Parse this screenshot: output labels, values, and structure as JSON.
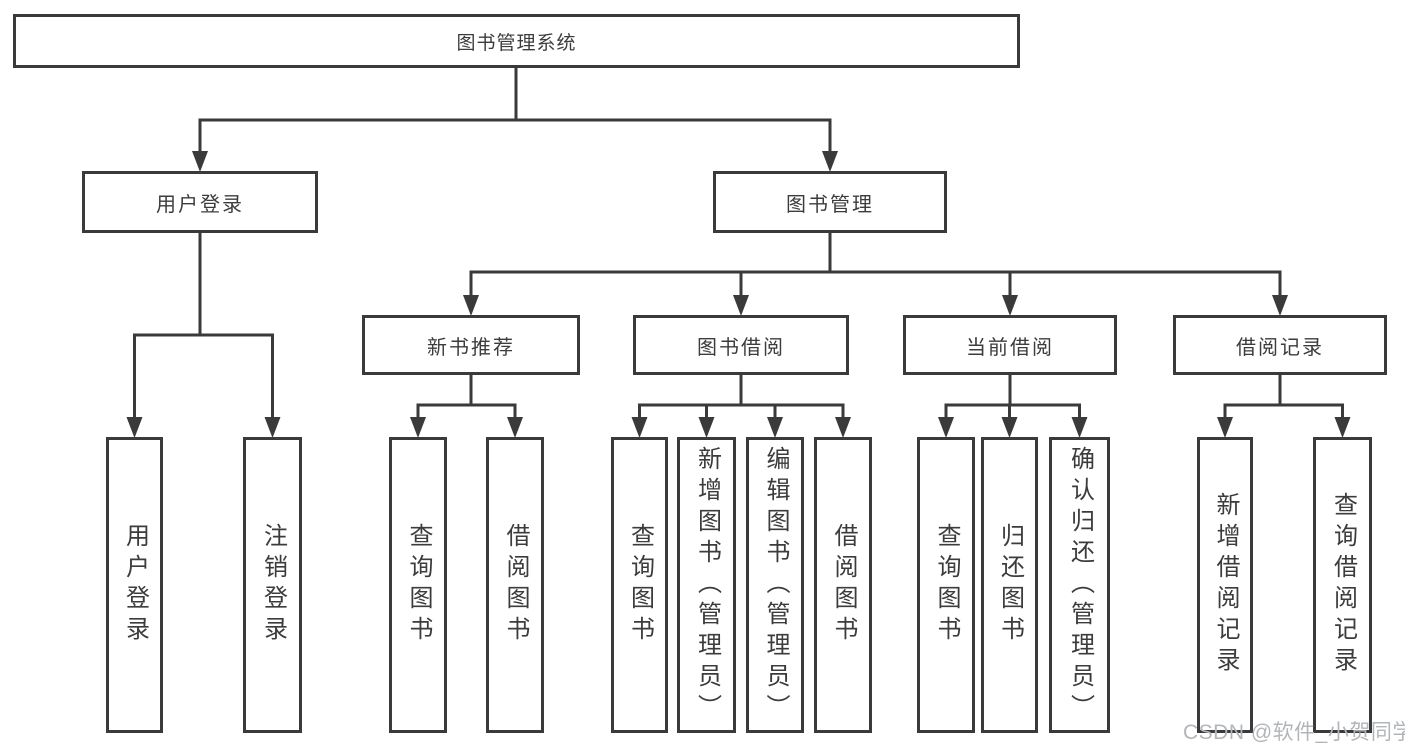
{
  "diagram": {
    "root": {
      "label": "图书管理系统"
    },
    "branches": [
      {
        "label": "用户登录",
        "children": [
          {
            "label": "用户登录"
          },
          {
            "label": "注销登录"
          }
        ]
      },
      {
        "label": "图书管理",
        "groups": [
          {
            "label": "新书推荐",
            "children": [
              {
                "label": "查询图书"
              },
              {
                "label": "借阅图书"
              }
            ]
          },
          {
            "label": "图书借阅",
            "children": [
              {
                "label": "查询图书"
              },
              {
                "label": "新增图书（管理员）"
              },
              {
                "label": "编辑图书（管理员）"
              },
              {
                "label": "借阅图书"
              }
            ]
          },
          {
            "label": "当前借阅",
            "children": [
              {
                "label": "查询图书"
              },
              {
                "label": "归还图书"
              },
              {
                "label": "确认归还（管理员）"
              }
            ]
          },
          {
            "label": "借阅记录",
            "children": [
              {
                "label": "新增借阅记录"
              },
              {
                "label": "查询借阅记录"
              }
            ]
          }
        ]
      }
    ]
  },
  "watermark": {
    "text": "CSDN @软件_小贺同学"
  },
  "colors": {
    "line": "#3a3a3a",
    "text": "#3c3c3c",
    "background": "#ffffff",
    "watermark": "#b2b6bb"
  }
}
